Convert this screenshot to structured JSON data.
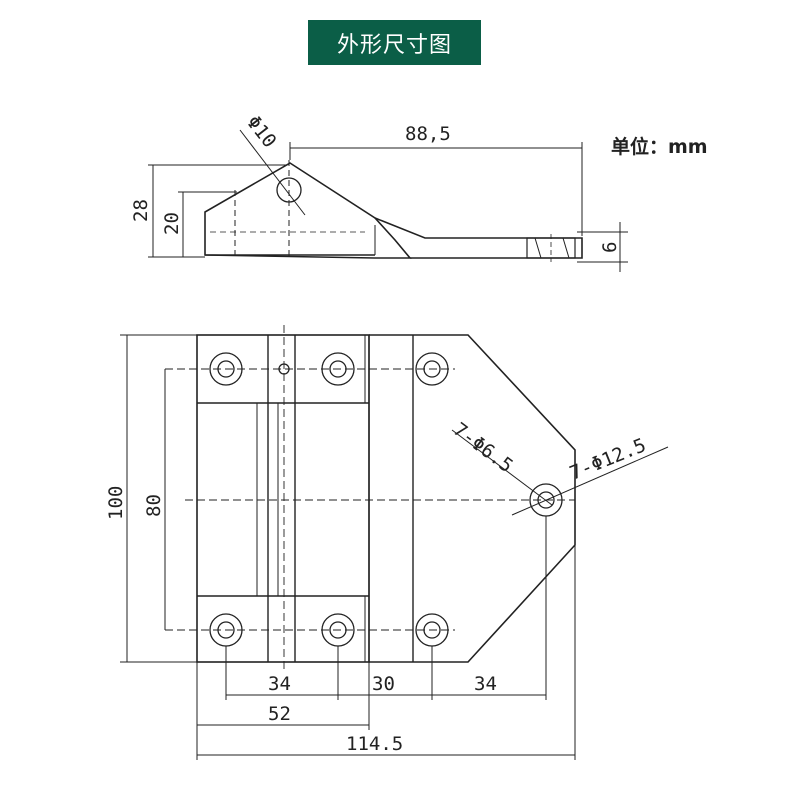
{
  "header": {
    "title": "外形尺寸图",
    "unit": "单位：mm",
    "title_bg": "#0b5e47"
  },
  "side_view": {
    "dim_phi10": "Φ10",
    "dim_88_5": "88,5",
    "dim_28": "28",
    "dim_20": "20",
    "dim_6": "6"
  },
  "front_view": {
    "dim_100": "100",
    "dim_80": "80",
    "dim_7_phi6_5": "7-Φ6.5",
    "dim_7_phi12_5": "7-Φ12.5",
    "dim_34_left": "34",
    "dim_30": "30",
    "dim_34_right": "34",
    "dim_52": "52",
    "dim_114_5": "114.5"
  },
  "colors": {
    "line": "#222222",
    "background": "#ffffff"
  }
}
